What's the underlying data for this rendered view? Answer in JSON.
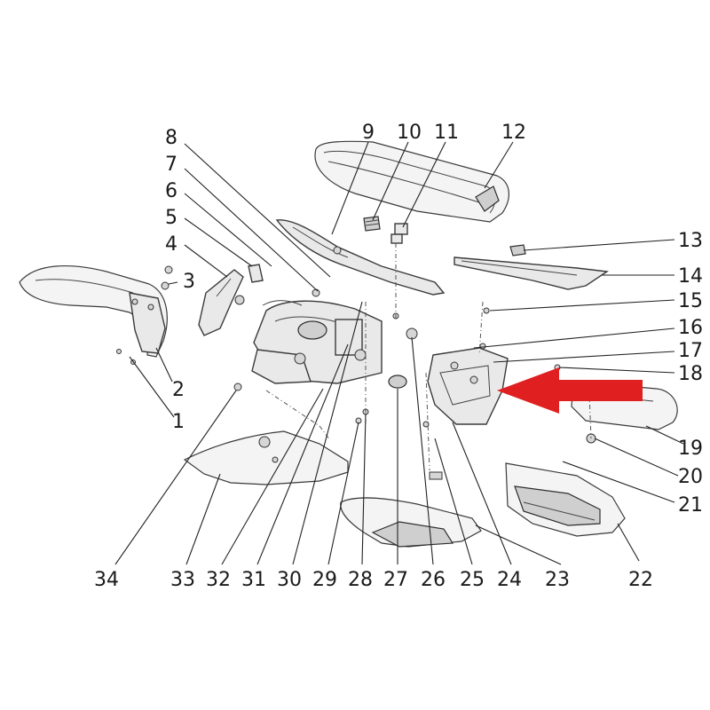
{
  "callouts": [
    {
      "id": "1",
      "text": "1"
    },
    {
      "id": "2",
      "text": "2"
    },
    {
      "id": "3",
      "text": "3"
    },
    {
      "id": "4",
      "text": "4"
    },
    {
      "id": "5",
      "text": "5"
    },
    {
      "id": "6",
      "text": "6"
    },
    {
      "id": "7",
      "text": "7"
    },
    {
      "id": "8",
      "text": "8"
    },
    {
      "id": "9",
      "text": "9"
    },
    {
      "id": "10",
      "text": "10"
    },
    {
      "id": "11",
      "text": "11"
    },
    {
      "id": "12",
      "text": "12"
    },
    {
      "id": "13",
      "text": "13"
    },
    {
      "id": "14",
      "text": "14"
    },
    {
      "id": "15",
      "text": "15"
    },
    {
      "id": "16",
      "text": "16"
    },
    {
      "id": "17",
      "text": "17"
    },
    {
      "id": "18",
      "text": "18"
    },
    {
      "id": "19",
      "text": "19"
    },
    {
      "id": "20",
      "text": "20"
    },
    {
      "id": "21",
      "text": "21"
    },
    {
      "id": "22",
      "text": "22"
    },
    {
      "id": "23",
      "text": "23"
    },
    {
      "id": "24",
      "text": "24"
    },
    {
      "id": "25",
      "text": "25"
    },
    {
      "id": "26",
      "text": "26"
    },
    {
      "id": "27",
      "text": "27"
    },
    {
      "id": "28",
      "text": "28"
    },
    {
      "id": "29",
      "text": "29"
    },
    {
      "id": "30",
      "text": "30"
    },
    {
      "id": "31",
      "text": "31"
    },
    {
      "id": "32",
      "text": "32"
    },
    {
      "id": "33",
      "text": "33"
    },
    {
      "id": "34",
      "text": "34"
    }
  ],
  "highlight_arrow": {
    "color": "#e02020",
    "icon": "left-arrow-icon",
    "points_to": "17"
  },
  "line_color": "#3a3a3a",
  "background": "#ffffff"
}
